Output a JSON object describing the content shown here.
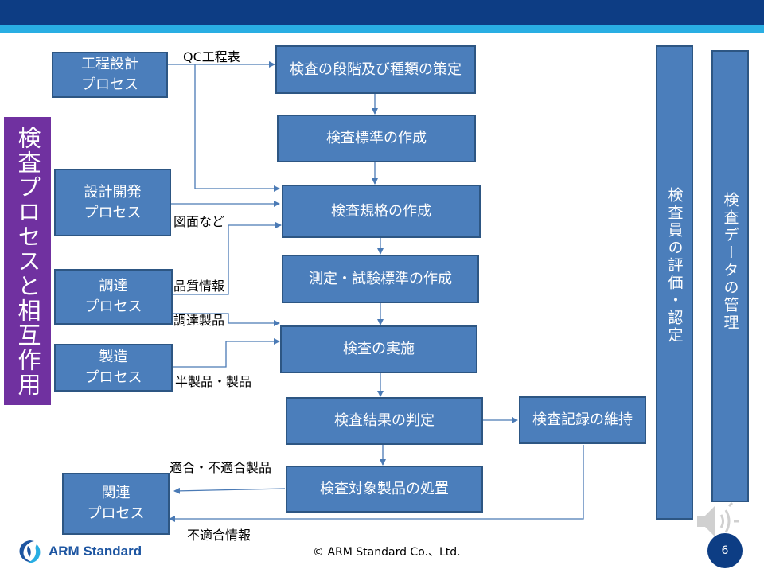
{
  "side_title": "検査プロセスと相互作用",
  "boxes": {
    "koutei": "工程設計\nプロセス",
    "sekkei": "設計開発\nプロセス",
    "choutatsu": "調達\nプロセス",
    "seizou": "製造\nプロセス",
    "kanren": "関連\nプロセス",
    "dankai": "検査の段階及び種類の策定",
    "hyoujun": "検査標準の作成",
    "kikaku": "検査規格の作成",
    "sokutei": "測定・試験標準の作成",
    "jisshi": "検査の実施",
    "hantei": "検査結果の判定",
    "kiroku": "検査記録の維持",
    "shochi": "検査対象製品の処置"
  },
  "vertical_boxes": {
    "hyouka": "検査員の評価・認定",
    "data": "検査データの管理"
  },
  "labels": {
    "qc": "QC工程表",
    "zumen": "図面など",
    "hinshitsu": "品質情報",
    "choutatsu_seihin": "調達製品",
    "hanseihin": "半製品・製品",
    "tekigou": "適合・不適合製品",
    "futekigou": "不適合情報"
  },
  "footer": {
    "logo": "ARM Standard",
    "copyright": "© ARM Standard Co.、Ltd.",
    "page_number": "6"
  },
  "colors": {
    "box_fill": "#4b7ebb",
    "side_fill": "#7031a0",
    "header": "#0d3d84",
    "stripe": "#29aee3"
  }
}
